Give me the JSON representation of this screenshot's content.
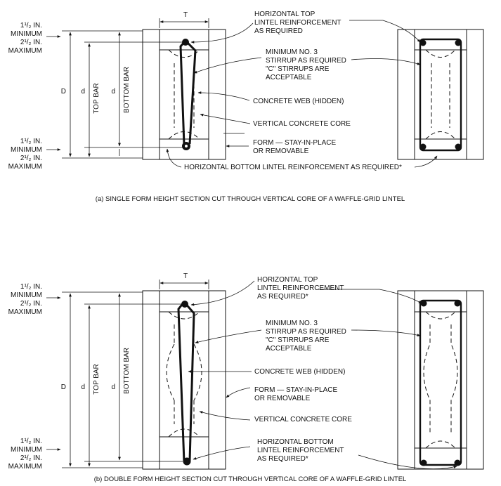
{
  "panel_a": {
    "dim_t": "T",
    "dim_d_outer": "D",
    "dim_d_top": "d",
    "dim_d_bottom": "d",
    "label_top_bar": "TOP BAR",
    "label_bottom_bar": "BOTTOM BAR",
    "top_clear": [
      "1¹/₂ IN.",
      "MINIMUM",
      "2¹/₂ IN.",
      "MAXIMUM"
    ],
    "bottom_clear": [
      "1¹/₂ IN.",
      "MINIMUM",
      "2¹/₂ IN.",
      "MAXIMUM"
    ],
    "callout_top_reinf": [
      "HORIZONTAL TOP",
      "LINTEL REINFORCEMENT",
      "AS REQUIRED"
    ],
    "callout_stirrup": [
      "MINIMUM NO. 3",
      "STIRRUP AS REQUIRED",
      "\"C\" STIRRUPS ARE",
      "ACCEPTABLE"
    ],
    "callout_web": "CONCRETE WEB (HIDDEN)",
    "callout_core": "VERTICAL CONCRETE CORE",
    "callout_form": [
      "FORM — STAY-IN-PLACE",
      "OR REMOVABLE"
    ],
    "callout_bottom_reinf": "HORIZONTAL BOTTOM LINTEL REINFORCEMENT AS REQUIRED*",
    "caption": "(a) SINGLE FORM HEIGHT SECTION CUT THROUGH VERTICAL CORE OF A WAFFLE-GRID LINTEL"
  },
  "panel_b": {
    "dim_t": "T",
    "dim_d_outer": "D",
    "dim_d_top": "d",
    "dim_d_bottom": "d",
    "label_top_bar": "TOP BAR",
    "label_bottom_bar": "BOTTOM BAR",
    "top_clear": [
      "1¹/₂ IN.",
      "MINIMUM",
      "2¹/₂ IN.",
      "MAXIMUM"
    ],
    "bottom_clear": [
      "1¹/₂ IN.",
      "MINIMUM",
      "2¹/₂ IN.",
      "MAXIMUM"
    ],
    "callout_top_reinf": [
      "HORIZONTAL TOP",
      "LINTEL REINFORCEMENT",
      "AS REQUIRED*"
    ],
    "callout_stirrup": [
      "MINIMUM NO. 3",
      "STIRRUP AS REQUIRED",
      "\"C\" STIRRUPS ARE",
      "ACCEPTABLE"
    ],
    "callout_web": "CONCRETE WEB (HIDDEN)",
    "callout_form": [
      "FORM — STAY-IN-PLACE",
      "OR REMOVABLE"
    ],
    "callout_core": "VERTICAL CONCRETE CORE",
    "callout_bottom_reinf": [
      "HORIZONTAL BOTTOM",
      "LINTEL REINFORCEMENT",
      "AS REQUIRED*"
    ],
    "caption": "(b) DOUBLE FORM HEIGHT SECTION CUT THROUGH VERTICAL CORE OF A WAFFLE-GRID LINTEL"
  }
}
